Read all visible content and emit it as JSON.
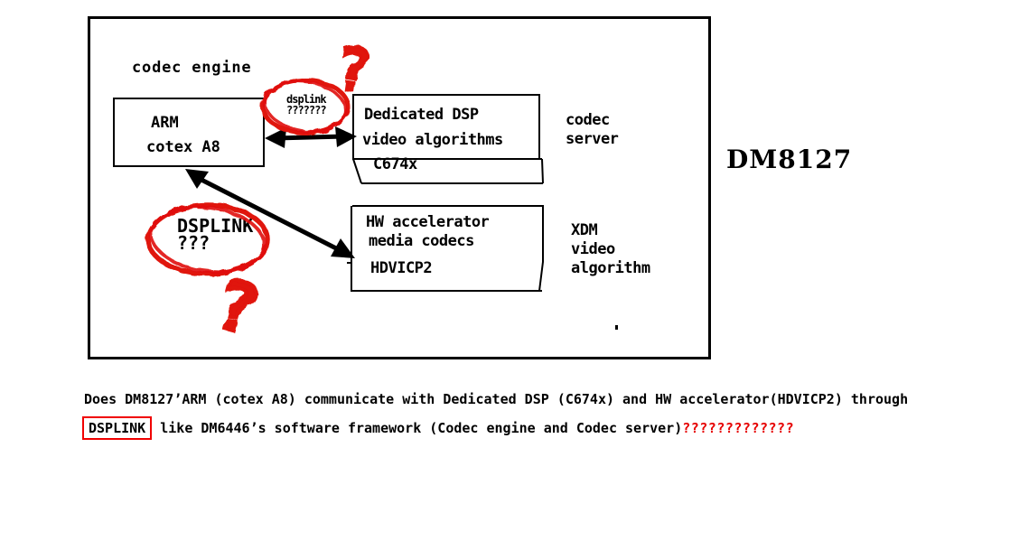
{
  "diagram": {
    "codec_engine_label": "codec engine",
    "arm_box": {
      "line1": "ARM",
      "line2": "cotex A8"
    },
    "dsp_box": {
      "line1": "Dedicated DSP",
      "line2": "video algorithms",
      "line3": "C674x"
    },
    "codec_server_label": {
      "line1": "codec",
      "line2": "server"
    },
    "hw_box": {
      "line1": "HW accelerator",
      "line2": "media codecs",
      "line3": "HDVICP2"
    },
    "xdm_label": {
      "line1": "XDM",
      "line2": "video",
      "line3": "algorithm"
    },
    "chip_label": "DM8127",
    "dsplink_upper": {
      "line1": "dsplink",
      "line2": "???????"
    },
    "dsplink_lower": {
      "line1": "DSPLINK",
      "line2": "???"
    },
    "handdrawn_question_mark": "?"
  },
  "question": {
    "line1": "Does DM8127’ARM (cotex A8) communicate with Dedicated DSP (C674x) and HW accelerator(HDVICP2) through",
    "boxed_word": "DSPLINK",
    "line2_rest": " like DM6446’s software framework (Codec engine and Codec server)",
    "red_question_marks": "?????????????"
  },
  "colors": {
    "annotation_red": "#e01208",
    "question_red": "#e60000",
    "line_black": "#000000"
  }
}
